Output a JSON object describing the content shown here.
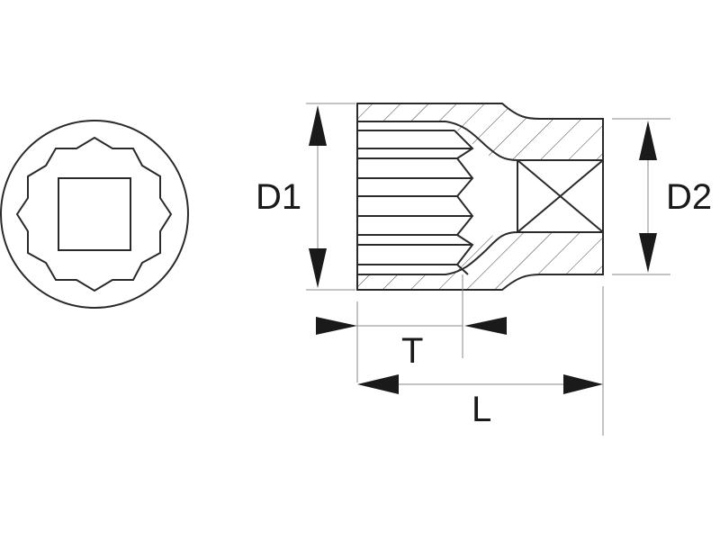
{
  "diagram": {
    "subject": "12-point socket dimension drawing",
    "colors": {
      "line": "#2a2a2a",
      "dim_line": "#8a8a8a",
      "fill": "#1a1a1a",
      "background": "#ffffff"
    },
    "end_view": {
      "outer_shape": "circle",
      "inner_profile": "12-point",
      "drive": "square"
    },
    "side_view": {
      "section": "hatched cross-section",
      "drive": "square with cross"
    },
    "labels": {
      "d1": "D1",
      "d2": "D2",
      "t": "T",
      "l": "L"
    }
  }
}
